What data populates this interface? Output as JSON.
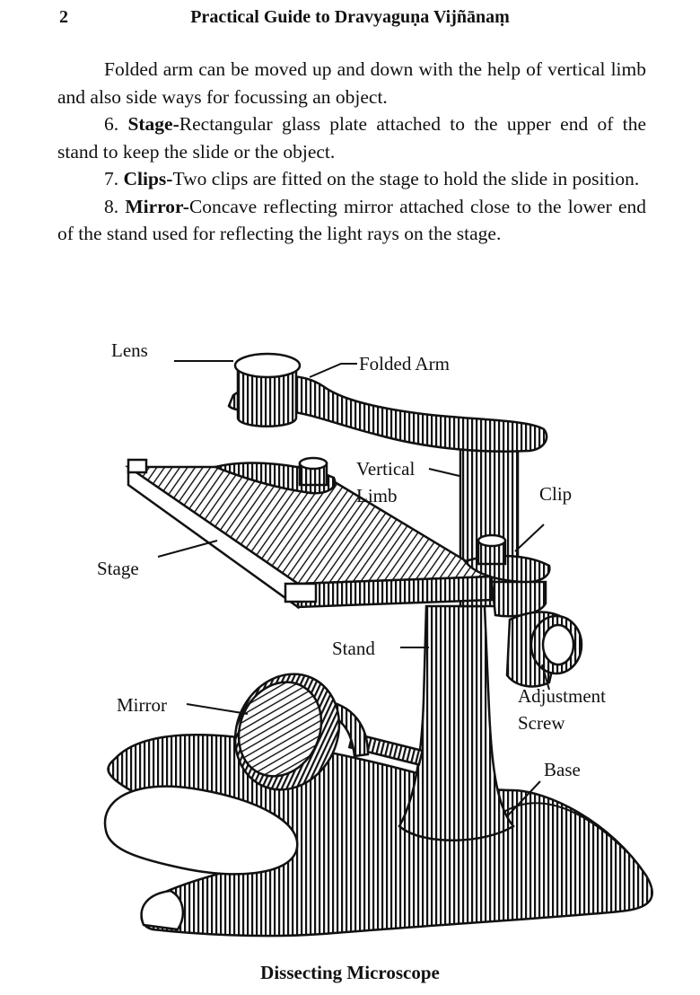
{
  "header": {
    "page_number": "2",
    "title": "Practical Guide to Dravyaguṇa Vijñānaṃ"
  },
  "paragraphs": [
    {
      "number": "",
      "term": "",
      "text": "Folded arm can be moved up and down with the help of vertical limb and also side ways for focussing an object."
    },
    {
      "number": "6. ",
      "term": "Stage-",
      "text": "Rectangular glass plate attached to the upper end of the stand to keep the slide or the object."
    },
    {
      "number": "7. ",
      "term": "Clips-",
      "text": "Two clips are fitted on the stage to hold the slide in position."
    },
    {
      "number": "8. ",
      "term": "Mirror-",
      "text": "Concave reflecting mirror attached close to the lower end of the stand used for reflecting the light rays on the stage."
    }
  ],
  "figure": {
    "labels": {
      "lens": "Lens",
      "folded_arm": "Folded Arm",
      "vertical_limb_1": "Vertical",
      "vertical_limb_2": "Limb",
      "clip": "Clip",
      "stage": "Stage",
      "stand": "Stand",
      "mirror": "Mirror",
      "adjustment_screw_1": "Adjustment",
      "adjustment_screw_2": "Screw",
      "base": "Base"
    },
    "caption": "Dissecting Microscope"
  },
  "colors": {
    "ink": "#111111",
    "paper": "#ffffff"
  }
}
